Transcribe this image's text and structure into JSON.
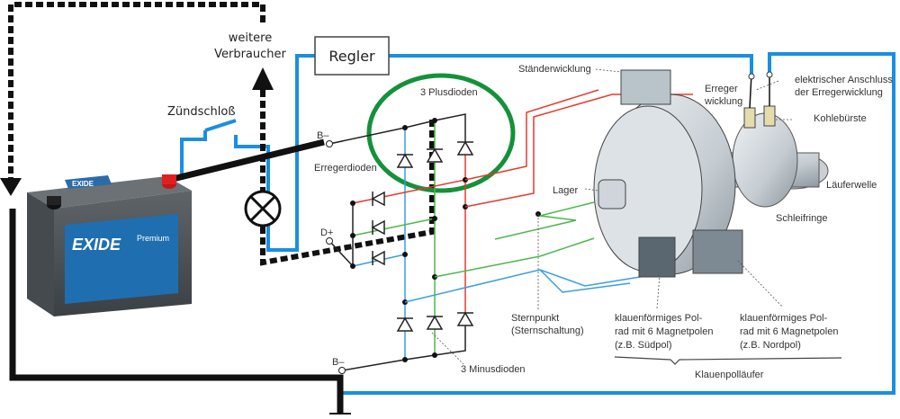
{
  "labels": {
    "weitere_line1": "weitere",
    "weitere_line2": "Verbraucher",
    "regler": "Regler",
    "zuendschloss": "Zündschloß",
    "b_top": "B–",
    "b_bottom": "B–",
    "d_plus": "D+",
    "erregerdioden": "Erregerdioden",
    "plusdioden": "3 Plusdioden",
    "minusdioden": "3 Minusdioden",
    "staenderwicklung": "Ständerwicklung",
    "erreger_line1": "Erreger",
    "erreger_line2": "wicklung",
    "anschluss_line1": "elektrischer Anschluss",
    "anschluss_line2": "der Erregerwicklung",
    "kohlebuerste": "Kohlebürste",
    "lager": "Lager",
    "laeuferwelle": "Läuferwelle",
    "schleifringe": "Schleifringe",
    "sternpunkt_line1": "Sternpunkt",
    "sternpunkt_line2": "(Sternschaltung)",
    "sued_line1": "klauenförmiges Pol-",
    "sued_line2": "rad mit 6 Magnetpolen",
    "sued_line3": "(z.B. Südpol)",
    "nord_line1": "klauenförmiges Pol-",
    "nord_line2": "rad mit 6 Magnetpolen",
    "nord_line3": "(z.B. Nordpol)",
    "klauenpollaeufer": "Klauenpolläufer"
  },
  "battery": {
    "brand": "EXIDE",
    "series": "Premium"
  },
  "colors": {
    "circuit_blue": "#1a8fe0",
    "highlight_green": "#14913a",
    "phase_red": "#e53a2f",
    "phase_green": "#4cb84a",
    "phase_blue": "#3a9ee0",
    "wire_black": "#111111",
    "terminal_red": "#e02020"
  }
}
